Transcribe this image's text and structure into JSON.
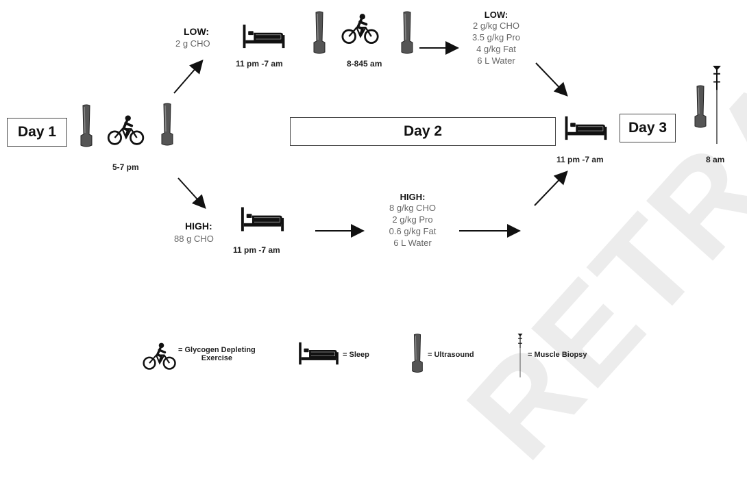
{
  "days": {
    "day1": "Day 1",
    "day2": "Day 2",
    "day3": "Day 3"
  },
  "low_branch": {
    "label": "LOW:",
    "intake": "2 g CHO",
    "sleep_time": "11 pm -7 am",
    "exercise_time": "8-845 am",
    "diet_title": "LOW:",
    "diet": [
      "2 g/kg CHO",
      "3.5 g/kg Pro",
      "4 g/kg Fat",
      "6 L Water"
    ]
  },
  "high_branch": {
    "label": "HIGH:",
    "intake": "88 g CHO",
    "sleep_time": "11 pm -7 am",
    "diet_title": "HIGH:",
    "diet": [
      "8 g/kg CHO",
      "2 g/kg Pro",
      "0.6 g/kg Fat",
      "6 L Water"
    ]
  },
  "day1_time": "5-7 pm",
  "day3": {
    "sleep_time": "11 pm -7 am",
    "biopsy_time": "8 am"
  },
  "legend": {
    "exercise": [
      "= Glycogen Depleting",
      "Exercise"
    ],
    "sleep": "= Sleep",
    "ultrasound": "= Ultrasound",
    "biopsy": "= Muscle Biopsy"
  },
  "icons": [
    "bicycle-icon",
    "bed-icon",
    "ultrasound-probe-icon",
    "muscle-biopsy-icon"
  ],
  "watermark": "RETRACTED"
}
